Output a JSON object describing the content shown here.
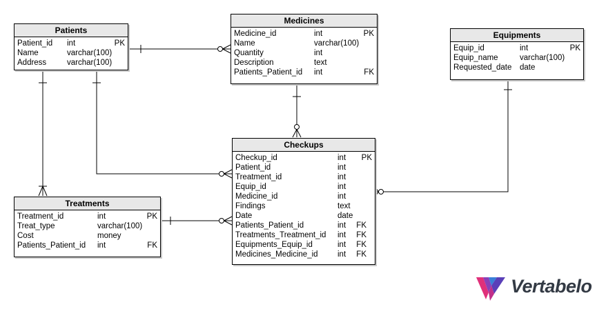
{
  "entities": {
    "patients": {
      "title": "Patients",
      "columns": [
        {
          "name": "Patient_id",
          "type": "int",
          "key": "PK"
        },
        {
          "name": "Name",
          "type": "varchar(100)",
          "key": ""
        },
        {
          "name": "Address",
          "type": "varchar(100)",
          "key": ""
        }
      ]
    },
    "medicines": {
      "title": "Medicines",
      "columns": [
        {
          "name": "Medicine_id",
          "type": "int",
          "key": "PK"
        },
        {
          "name": "Name",
          "type": "varchar(100)",
          "key": ""
        },
        {
          "name": "Quantity",
          "type": "int",
          "key": ""
        },
        {
          "name": "Description",
          "type": "text",
          "key": ""
        },
        {
          "name": "Patients_Patient_id",
          "type": "int",
          "key": "FK"
        }
      ]
    },
    "equipments": {
      "title": "Equipments",
      "columns": [
        {
          "name": "Equip_id",
          "type": "int",
          "key": "PK"
        },
        {
          "name": "Equip_name",
          "type": "varchar(100)",
          "key": ""
        },
        {
          "name": "Requested_date",
          "type": "date",
          "key": ""
        }
      ]
    },
    "checkups": {
      "title": "Checkups",
      "columns": [
        {
          "name": "Checkup_id",
          "type": "int",
          "key": "PK"
        },
        {
          "name": "Patient_id",
          "type": "int",
          "key": ""
        },
        {
          "name": "Treatment_id",
          "type": "int",
          "key": ""
        },
        {
          "name": "Equip_id",
          "type": "int",
          "key": ""
        },
        {
          "name": "Medicine_id",
          "type": "int",
          "key": ""
        },
        {
          "name": "Findings",
          "type": "text",
          "key": ""
        },
        {
          "name": "Date",
          "type": "date",
          "key": ""
        },
        {
          "name": "Patients_Patient_id",
          "type": "int",
          "key": "FK"
        },
        {
          "name": "Treatments_Treatment_id",
          "type": "int",
          "key": "FK"
        },
        {
          "name": "Equipments_Equip_id",
          "type": "int",
          "key": "FK"
        },
        {
          "name": "Medicines_Medicine_id",
          "type": "int",
          "key": "FK"
        }
      ]
    },
    "treatments": {
      "title": "Treatments",
      "columns": [
        {
          "name": "Treatment_id",
          "type": "int",
          "key": "PK"
        },
        {
          "name": "Treat_type",
          "type": "varchar(100)",
          "key": ""
        },
        {
          "name": "Cost",
          "type": "money",
          "key": ""
        },
        {
          "name": "Patients_Patient_id",
          "type": "int",
          "key": "FK"
        }
      ]
    }
  },
  "logo": {
    "text": "Vertabelo",
    "icon": "vertabelo-logo-icon"
  },
  "colors": {
    "header_bg": "#e8e8e8",
    "line": "#000000",
    "logo_text": "#333a44"
  }
}
